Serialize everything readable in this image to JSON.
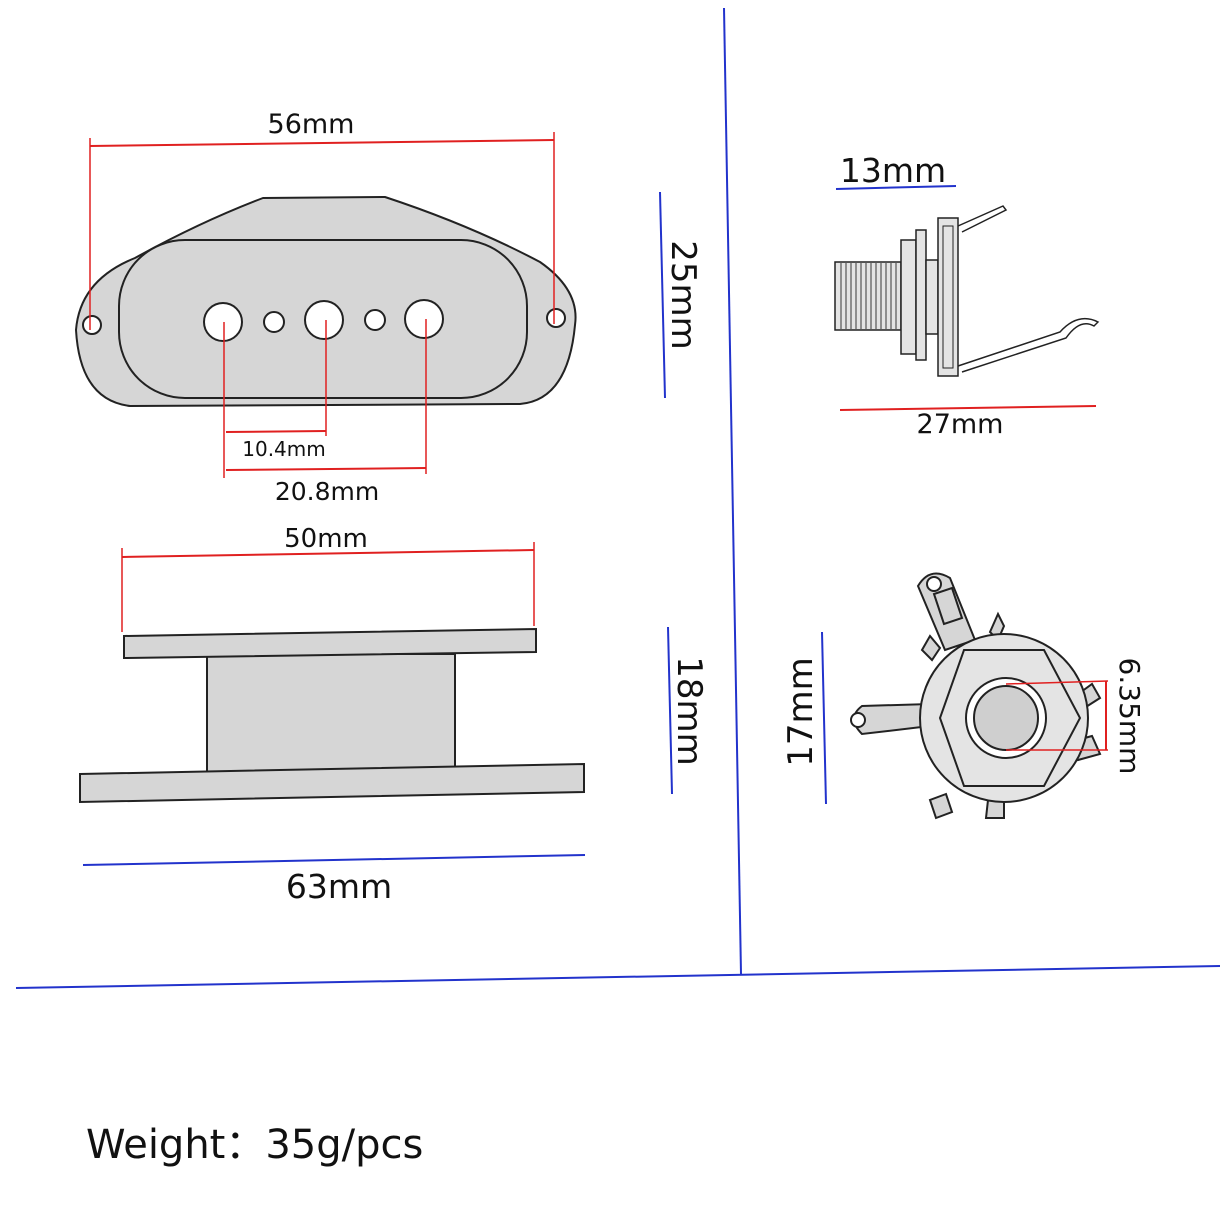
{
  "colors": {
    "red_dimension": "#e02020",
    "blue_dimension": "#2233cc",
    "part_fill": "#d6d6d6",
    "outline": "#222222"
  },
  "pickup_top": {
    "width_label": "56mm",
    "height_label": "25mm",
    "pole_gap_label": "10.4mm",
    "pole_span_label": "20.8mm"
  },
  "pickup_side": {
    "top_plate_label": "50mm",
    "height_label": "18mm",
    "base_label": "63mm"
  },
  "jack_side": {
    "thread_label": "13mm",
    "length_label": "27mm"
  },
  "jack_front": {
    "height_label": "17mm",
    "bore_label": "6.35mm"
  },
  "weight_text": "Weight：35g/pcs"
}
